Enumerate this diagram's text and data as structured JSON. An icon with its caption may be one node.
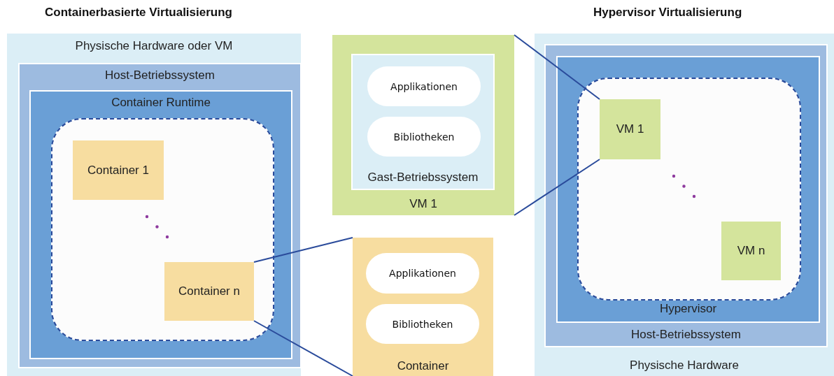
{
  "diagram": {
    "nodes": [
      {
        "text": [
          "Physische Hardware oder VM"
        ]
      },
      {
        "text": [
          "Host-Betriebssystem"
        ],
        "in": 0
      },
      {
        "text": [
          "Container Runtime"
        ],
        "in": 1
      },
      {
        "text": [],
        "shape": "box",
        "in": 2
      },
      {
        "text": [
          "Container 1"
        ],
        "in": 3
      },
      {
        "text": [
          "Container n"
        ],
        "in": 3
      },
      {
        "text": [
          "VM 1"
        ]
      },
      {
        "text": [
          "Gast-Betriebssystem"
        ],
        "in": 6
      },
      {
        "text": [
          "Applikationen"
        ],
        "in": 7
      },
      {
        "text": [
          "Bibliotheken"
        ],
        "in": 7
      },
      {
        "text": [
          "Container"
        ]
      },
      {
        "text": [
          "Applikationen"
        ],
        "in": 10
      },
      {
        "text": [
          "Bibliotheken"
        ],
        "in": 10
      },
      {
        "text": [
          "Physische Hardware"
        ]
      },
      {
        "text": [
          "Host-Betriebssystem"
        ],
        "in": 13
      },
      {
        "text": [
          "Hypervisor"
        ],
        "in": 14
      },
      {
        "text": [],
        "shape": "box",
        "in": 15
      },
      {
        "text": [
          "VM 1"
        ],
        "in": 16
      },
      {
        "text": [
          "VM n"
        ],
        "in": 16
      }
    ],
    "edges": [
      {
        "from": 5,
        "to": 10,
        "arrow": "none"
      },
      {
        "from": 5,
        "to": 10,
        "arrow": "none"
      },
      {
        "from": 17,
        "to": 6,
        "arrow": "none"
      },
      {
        "from": 17,
        "to": 6,
        "arrow": "none"
      }
    ],
    "labels": [
      "Containerbasierte Virtualisierung",
      "Hypervisor Virtualisierung"
    ]
  }
}
